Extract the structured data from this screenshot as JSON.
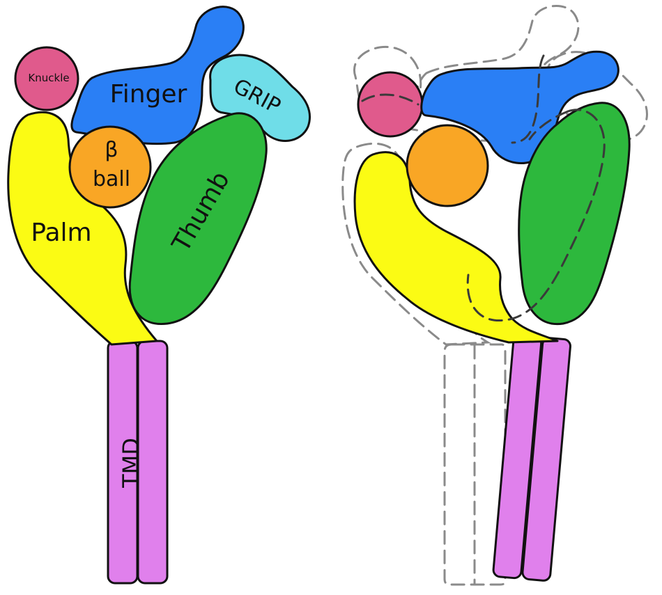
{
  "labels": {
    "knuckle": "Knuckle",
    "finger": "Finger",
    "grip": "GRIP",
    "beta": "β",
    "ball": "ball",
    "palm": "Palm",
    "thumb": "Thumb",
    "tmd": "TMD"
  },
  "colors": {
    "knuckle": "#e05a8c",
    "finger": "#2a7ff5",
    "grip": "#6fdde8",
    "beta_ball": "#f9a625",
    "palm": "#fbfb14",
    "thumb": "#2db83d",
    "tmd": "#e080ec",
    "outline": "#111111",
    "ghost": "#8a8a8a"
  }
}
